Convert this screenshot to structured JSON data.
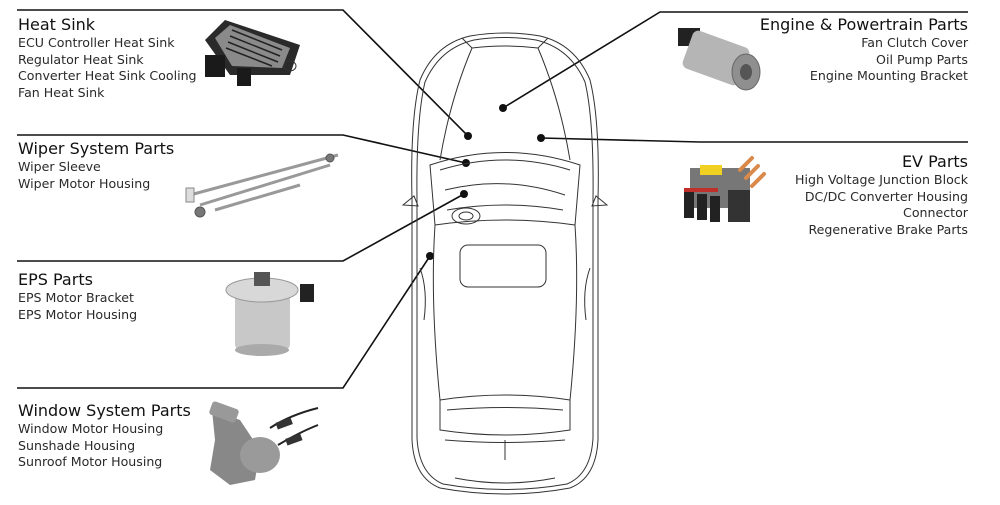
{
  "groups": {
    "heat_sink": {
      "title": "Heat Sink",
      "items": [
        "ECU Controller Heat Sink",
        "Regulator Heat Sink",
        "Converter Heat Sink Cooling",
        "Fan Heat Sink"
      ],
      "image_icon": "ecu-controller-image"
    },
    "wiper": {
      "title": "Wiper System Parts",
      "items": [
        "Wiper Sleeve",
        "Wiper Motor Housing"
      ],
      "image_icon": "wiper-linkage-image"
    },
    "eps": {
      "title": "EPS Parts",
      "items": [
        "EPS Motor Bracket",
        "EPS Motor Housing"
      ],
      "image_icon": "eps-motor-image"
    },
    "window": {
      "title": "Window System Parts",
      "items": [
        "Window Motor Housing",
        "Sunshade Housing",
        "Sunroof Motor Housing"
      ],
      "image_icon": "window-motor-image"
    },
    "engine": {
      "title": "Engine & Powertrain Parts",
      "items": [
        "Fan Clutch Cover",
        "Oil Pump Parts",
        "Engine Mounting Bracket"
      ],
      "image_icon": "fuel-pump-image"
    },
    "ev": {
      "title": "EV Parts",
      "items": [
        "High Voltage Junction Block",
        "DC/DC Converter Housing",
        "Connector",
        "Regenerative Brake Parts"
      ],
      "image_icon": "ev-junction-block-image"
    }
  },
  "colors": {
    "line": "#111111",
    "outline": "#333333",
    "metal": "#b8b8b8",
    "copper": "#d9894a",
    "yellow": "#f0d020",
    "red": "#c0302a"
  }
}
